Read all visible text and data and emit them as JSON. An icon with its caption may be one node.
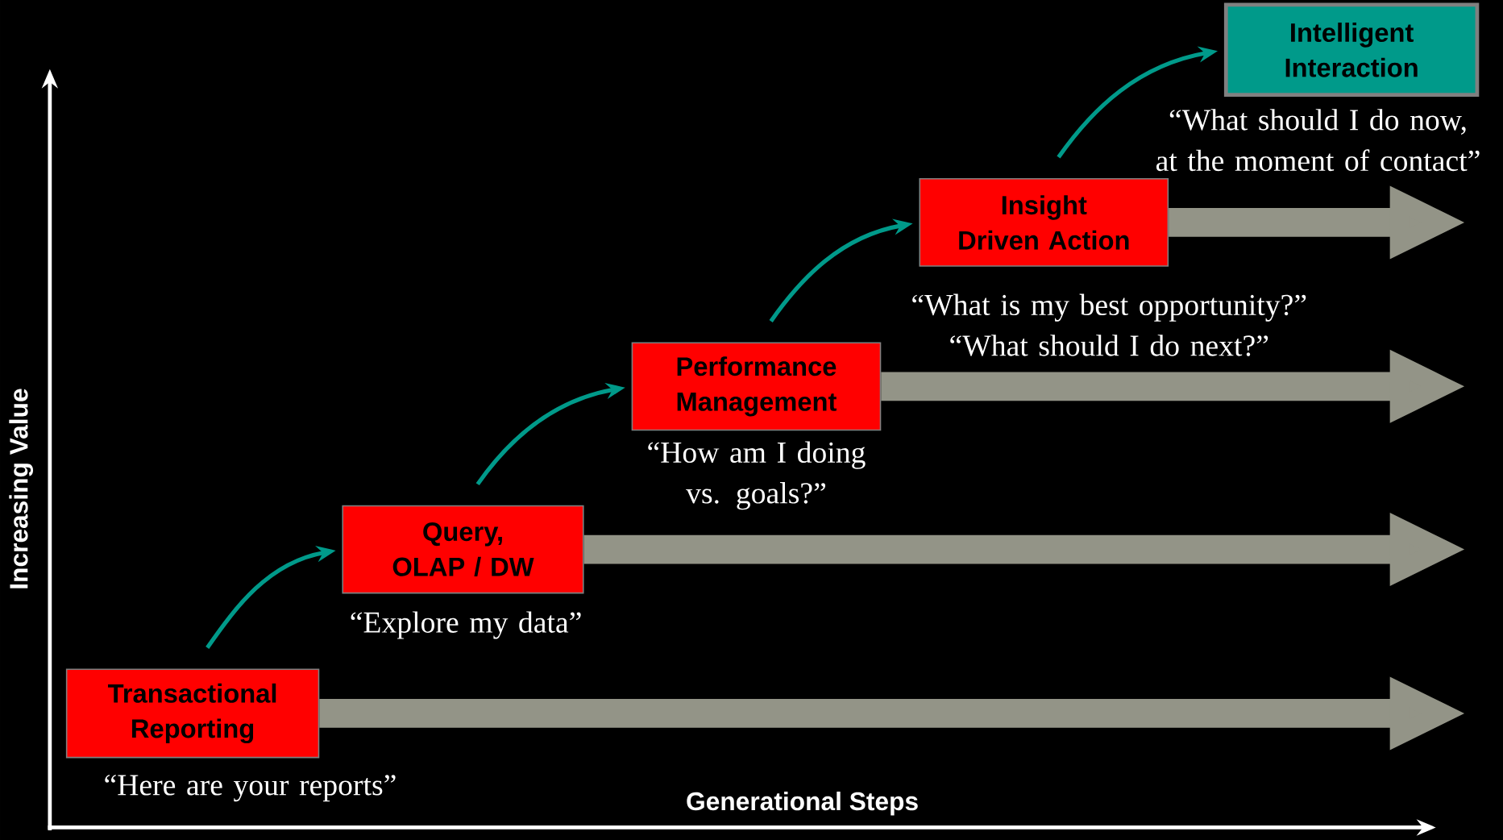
{
  "diagram": {
    "nodes": [
      {
        "text": [
          "Transactional Reporting"
        ],
        "beside": [
          "“Here are your reports”"
        ]
      },
      {
        "text": [
          "Query, OLAP / DW"
        ],
        "beside": [
          "“Explore my data”"
        ]
      },
      {
        "text": [
          "Performance Management"
        ],
        "beside": [
          "“How am I doing vs. goals?”"
        ]
      },
      {
        "text": [
          "Insight Driven Action"
        ],
        "beside": [
          "“What is my best opportunity?” “What should I do next?”"
        ]
      },
      {
        "text": [
          "Intelligent Interaction"
        ],
        "beside": [
          "“What should I do now, at the moment of contact”"
        ]
      }
    ],
    "edges": [
      {
        "from": 0,
        "to": 1,
        "arrow": "to",
        "color": "#009a8a"
      },
      {
        "from": 1,
        "to": 2,
        "arrow": "to",
        "color": "#009a8a"
      },
      {
        "from": 2,
        "to": 3,
        "arrow": "to",
        "color": "#009a8a"
      },
      {
        "from": 3,
        "to": 4,
        "arrow": "to",
        "color": "#009a8a"
      },
      {
        "from": 0,
        "to": null,
        "arrow": "to",
        "style": "thick",
        "color": "#939487"
      },
      {
        "from": 1,
        "to": null,
        "arrow": "to",
        "style": "thick",
        "color": "#939487"
      },
      {
        "from": 2,
        "to": null,
        "arrow": "to",
        "style": "thick",
        "color": "#939487"
      },
      {
        "from": 3,
        "to": null,
        "arrow": "to",
        "style": "thick",
        "color": "#939487"
      }
    ],
    "labels": [
      "Increasing Value",
      "Generational Steps"
    ]
  }
}
